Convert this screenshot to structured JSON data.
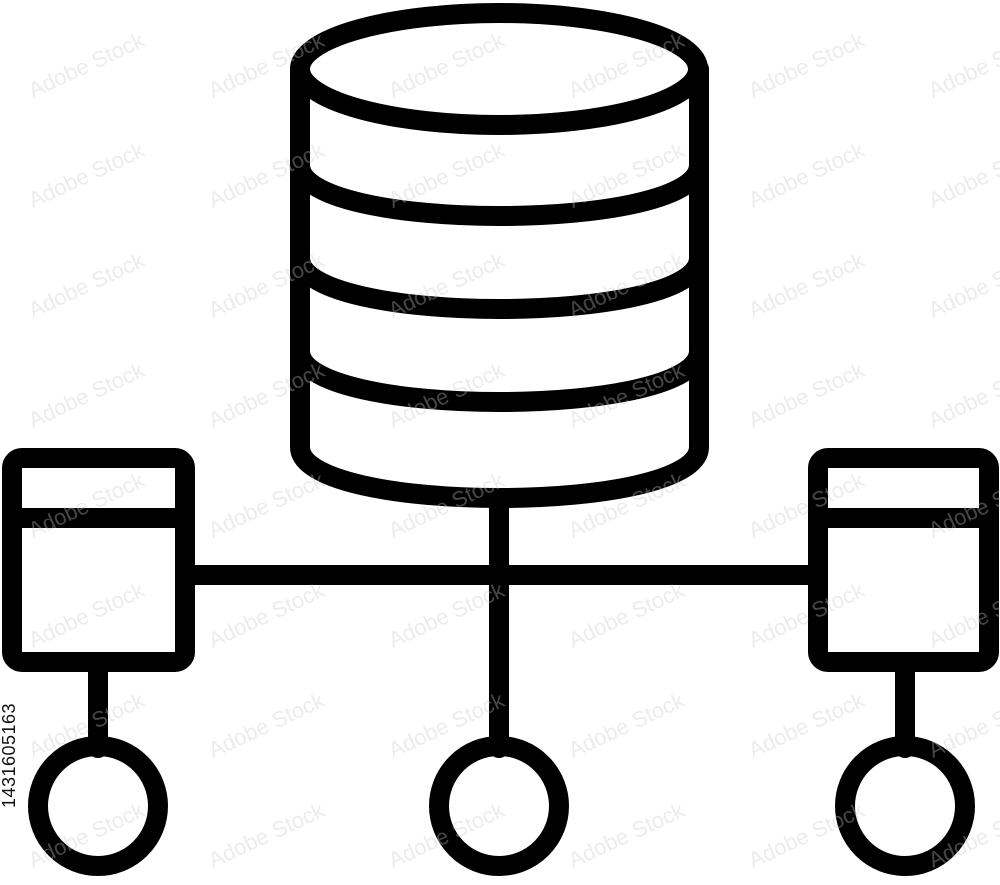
{
  "diagram": {
    "kind": "database network icon",
    "stroke_color": "#000000",
    "background_color": "#ffffff",
    "nodes": [
      {
        "id": "database",
        "icon": "database-cylinder-icon",
        "disk_rows": 4
      },
      {
        "id": "left-server",
        "icon": "server-box-icon"
      },
      {
        "id": "right-server",
        "icon": "server-box-icon"
      },
      {
        "id": "left-endpoint",
        "icon": "circle-node-icon"
      },
      {
        "id": "center-endpoint",
        "icon": "circle-node-icon"
      },
      {
        "id": "right-endpoint",
        "icon": "circle-node-icon"
      }
    ],
    "edges": [
      {
        "from": "database",
        "to": "center-endpoint"
      },
      {
        "from": "left-server",
        "to": "right-server"
      },
      {
        "from": "left-server",
        "to": "left-endpoint"
      },
      {
        "from": "right-server",
        "to": "right-endpoint"
      }
    ]
  },
  "stock_id": "1431605163",
  "watermark": {
    "text": "Adobe Stock",
    "color": "#c8c8c8"
  }
}
